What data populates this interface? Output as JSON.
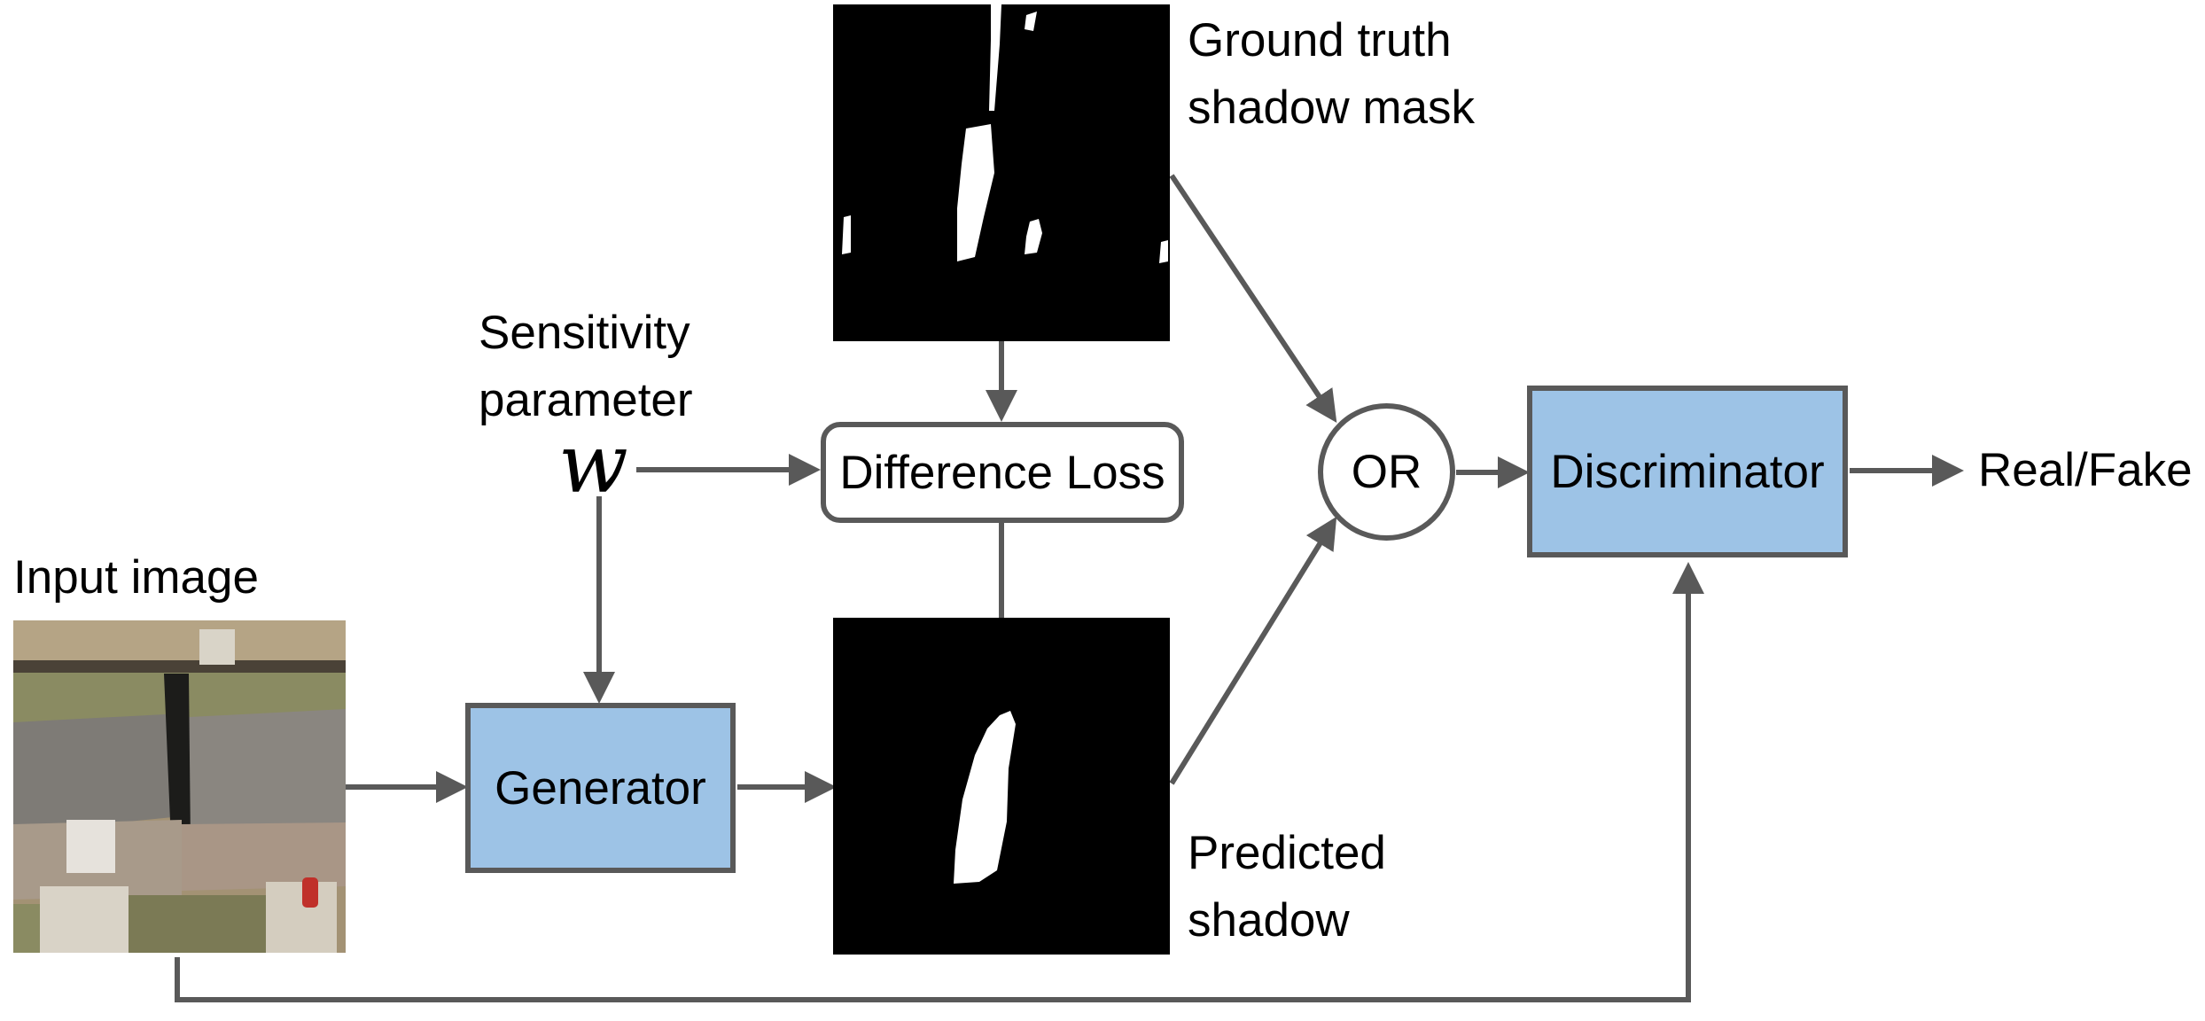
{
  "labels": {
    "ground_truth_line1": "Ground truth",
    "ground_truth_line2": "shadow mask",
    "sensitivity_line1": "Sensitivity",
    "sensitivity_line2": "parameter",
    "sensitivity_symbol": "w",
    "input_image": "Input image",
    "predicted_line1": "Predicted",
    "predicted_line2": "shadow",
    "output": "Real/Fake"
  },
  "nodes": {
    "generator": "Generator",
    "difference_loss": "Difference Loss",
    "or_gate": "OR",
    "discriminator": "Discriminator"
  },
  "colors": {
    "block_fill": "#9dc3e6",
    "stroke": "#595959"
  }
}
